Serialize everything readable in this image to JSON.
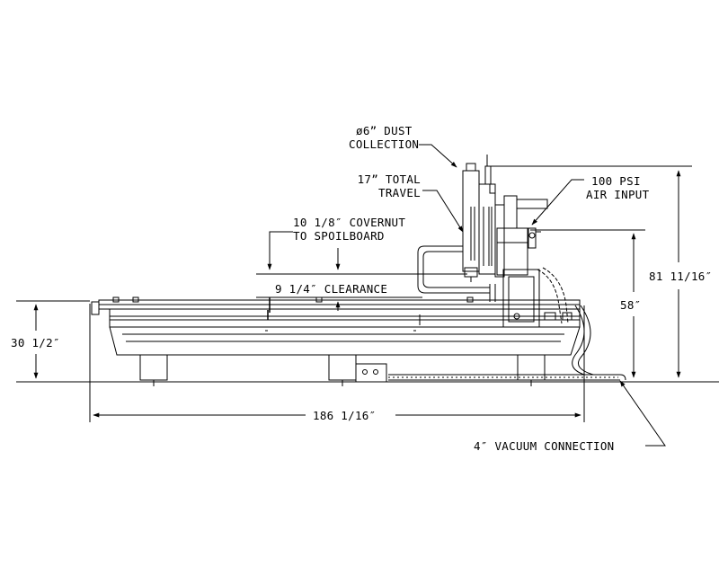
{
  "labels": {
    "dust_collection_line1": "ø6” DUST",
    "dust_collection_line2": "COLLECTION",
    "total_travel_line1": "17” TOTAL",
    "total_travel_line2": "TRAVEL",
    "air_input_line1": "100 PSI",
    "air_input_line2": "AIR INPUT",
    "covernut_line1": "10 1/8″ COVERNUT",
    "covernut_line2": "TO SPOILBOARD",
    "clearance": "9 1/4″ CLEARANCE",
    "overall_height": "81 11/16″",
    "gantry_height": "58″",
    "table_height": "30 1/2″",
    "overall_length": "186 1/16″",
    "vacuum_connection": "4″ VACUUM CONNECTION"
  }
}
